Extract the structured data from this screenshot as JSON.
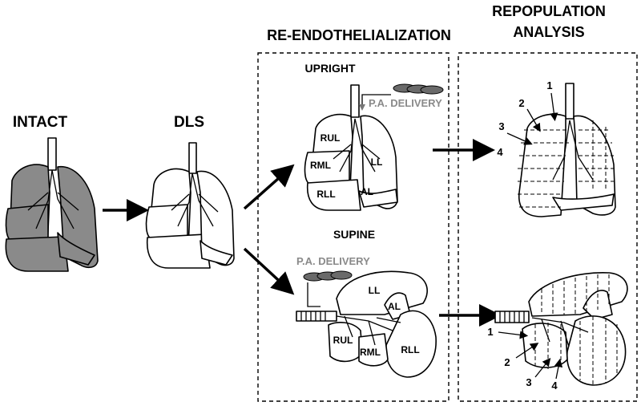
{
  "headers": {
    "reendo": "RE-ENDOTHELIALIZATION",
    "repop_line1": "REPOPULATION",
    "repop_line2": "ANALYSIS"
  },
  "stages": {
    "intact": "INTACT",
    "dls": "DLS"
  },
  "orientations": {
    "upright": "UPRIGHT",
    "supine": "SUPINE"
  },
  "delivery": "P.A. DELIVERY",
  "lobes": {
    "rul": "RUL",
    "rml": "RML",
    "rll": "RLL",
    "ll": "LL",
    "al": "AL"
  },
  "regions": [
    "1",
    "2",
    "3",
    "4"
  ],
  "colors": {
    "dark_lung": "#8a8a8a",
    "delivery_text": "#8a8a8a"
  }
}
